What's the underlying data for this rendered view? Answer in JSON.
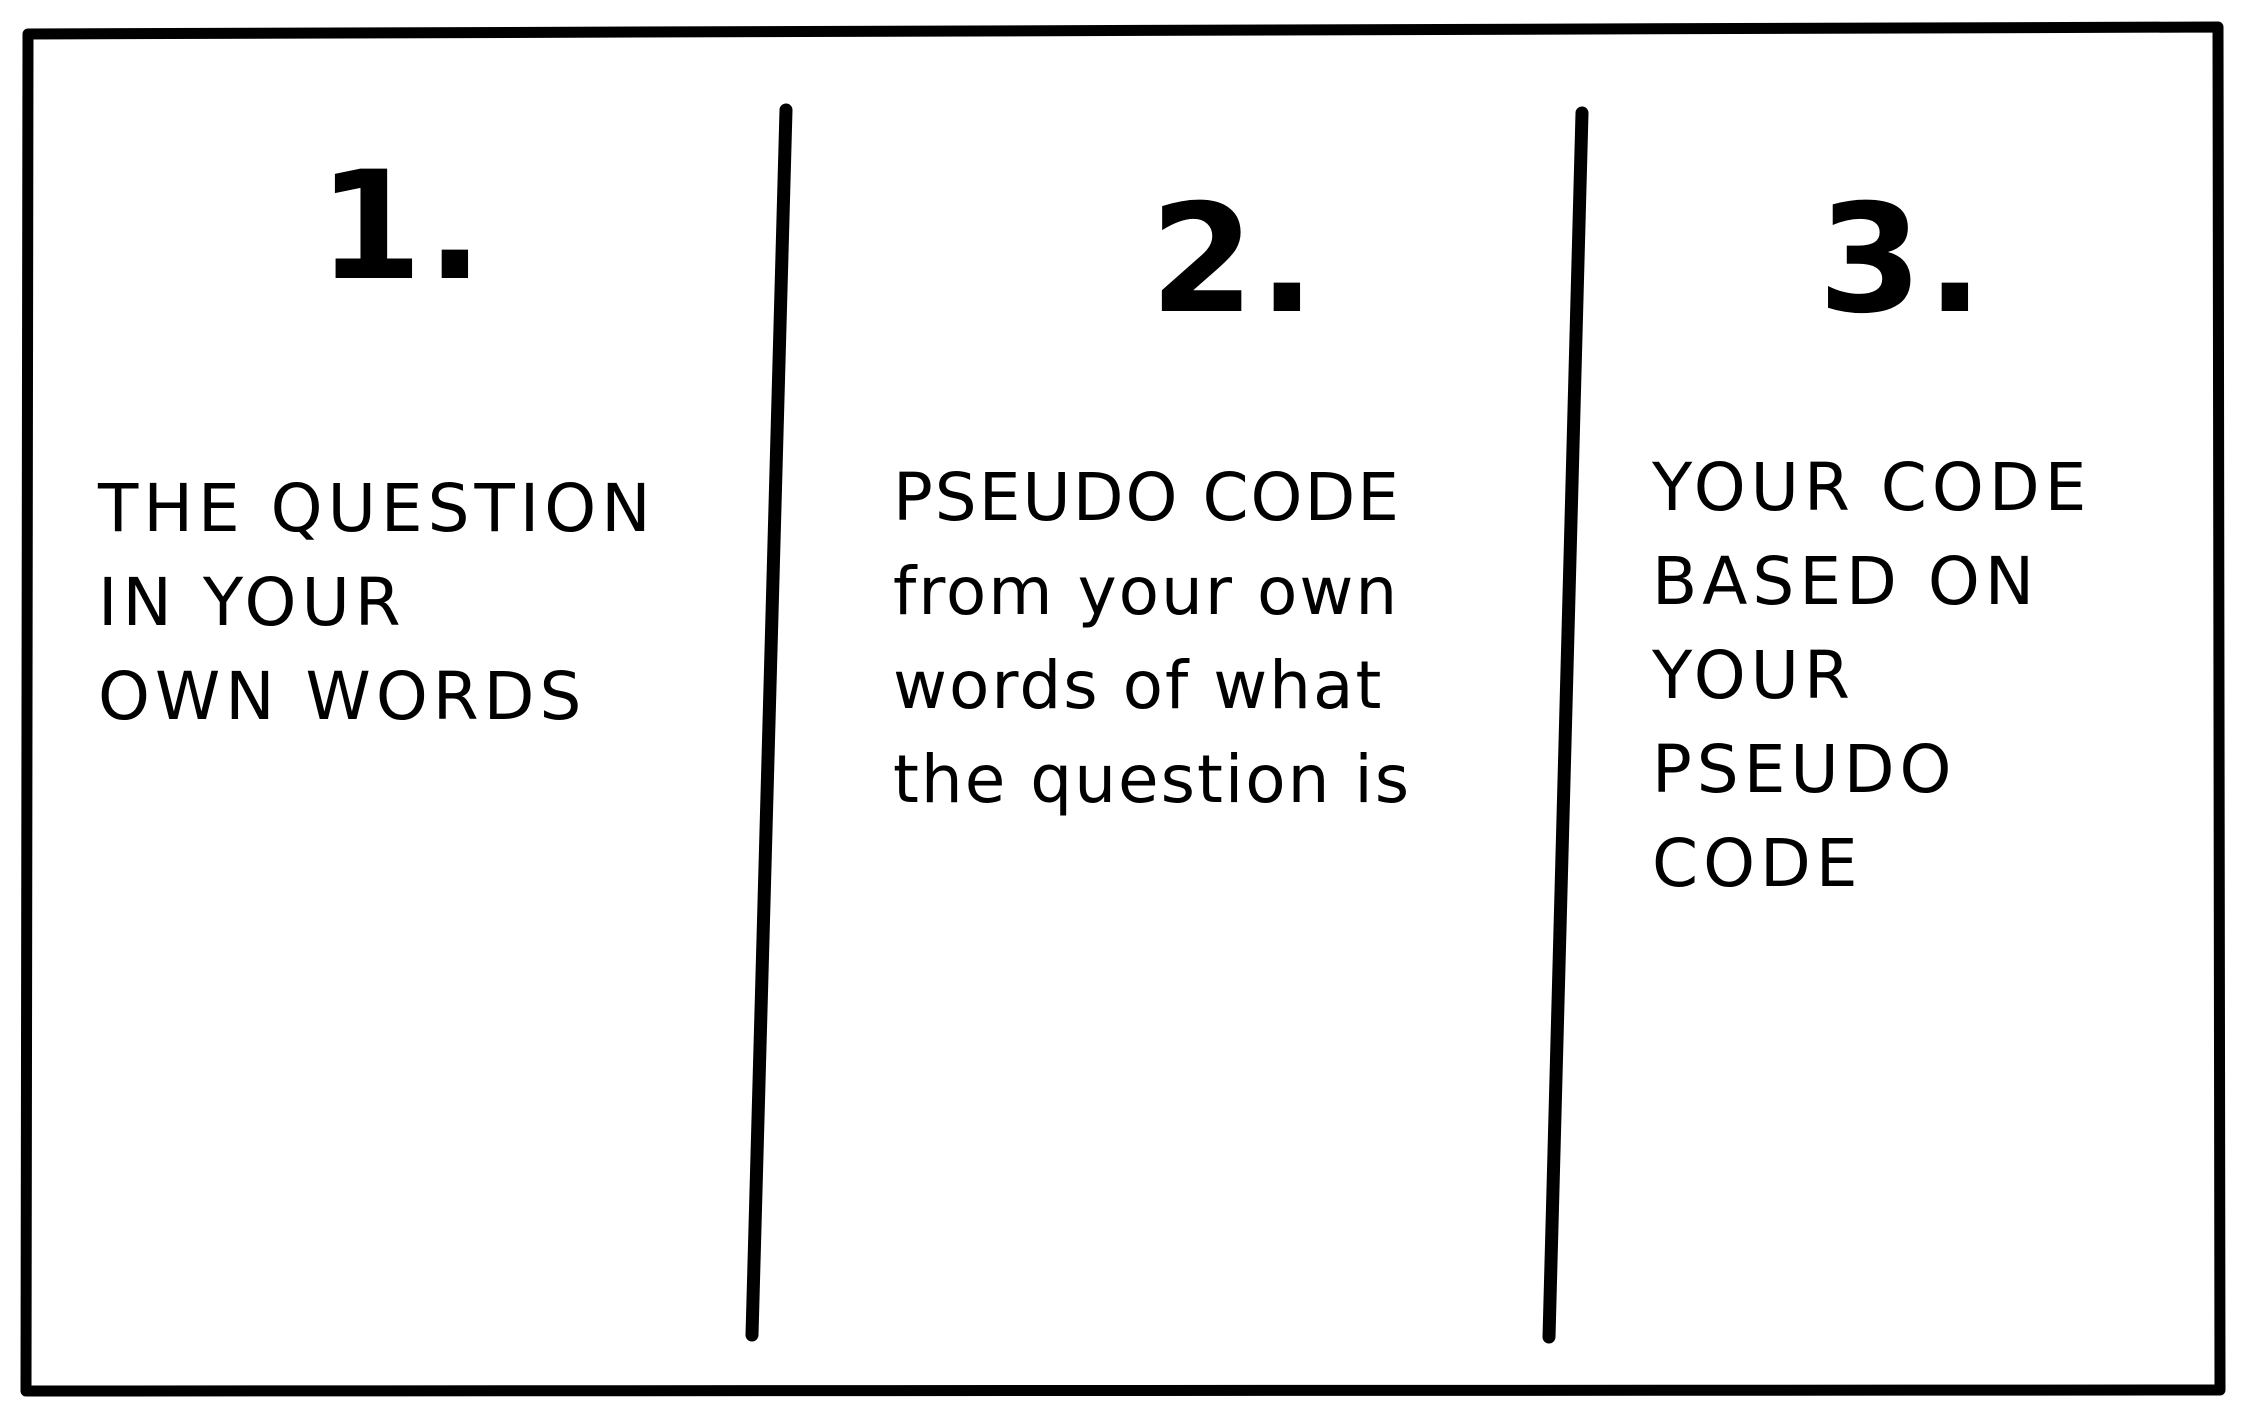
{
  "columns": [
    {
      "number": "1.",
      "lines": [
        "THE QUESTION",
        "IN YOUR",
        "OWN WORDS"
      ]
    },
    {
      "number": "2.",
      "lines": [
        "PSEUDO CODE",
        "from your own",
        "words of what",
        "the question is"
      ]
    },
    {
      "number": "3.",
      "lines": [
        "YOUR CODE",
        "BASED ON",
        "YOUR",
        "PSEUDO",
        "CODE"
      ]
    }
  ]
}
